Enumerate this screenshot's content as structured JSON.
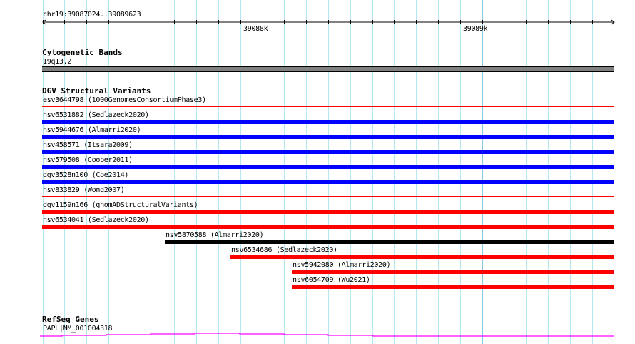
{
  "ruler": {
    "location": "chr19:39087024..39089623",
    "ticks": [
      "39088k",
      "39089k"
    ]
  },
  "tracks": {
    "cytoband": {
      "title": "Cytogenetic Bands",
      "band": "19q13.2",
      "color": "#808080"
    },
    "dgv": {
      "title": "DGV Structural Variants",
      "features": [
        {
          "label": "esv3644798 (1000GenomesConsortiumPhase3)",
          "color": "#ff0000",
          "style": "thin",
          "start": 0
        },
        {
          "label": "nsv6531882 (Sedlazeck2020)",
          "color": "#0000ff",
          "style": "bar",
          "start": 0
        },
        {
          "label": "nsv5944676 (Almarri2020)",
          "color": "#0000ff",
          "style": "bar",
          "start": 0
        },
        {
          "label": "nsv458571 (Itsara2009)",
          "color": "#0000ff",
          "style": "bar",
          "start": 0
        },
        {
          "label": "nsv579508 (Cooper2011)",
          "color": "#0000ff",
          "style": "bar",
          "start": 0
        },
        {
          "label": "dgv3528n100 (Coe2014)",
          "color": "#0000ff",
          "style": "bar",
          "start": 0
        },
        {
          "label": "nsv833829 (Wong2007)",
          "color": "#ff0000",
          "style": "thin",
          "start": 0
        },
        {
          "label": "dgv1159n166 (gnomADStructuralVariants)",
          "color": "#ff0000",
          "style": "bar",
          "start": 0
        },
        {
          "label": "nsv6534041 (Sedlazeck2020)",
          "color": "#ff0000",
          "style": "bar",
          "start": 0
        },
        {
          "label": "nsv5870588 (Almarri2020)",
          "color": "#000000",
          "style": "bar",
          "start": 39087580
        },
        {
          "label": "nsv6534686 (Sedlazeck2020)",
          "color": "#ff0000",
          "style": "bar",
          "start": 39087880
        },
        {
          "label": "nsv5942080 (Almarri2020)",
          "color": "#ff0000",
          "style": "bar",
          "start": 39088160
        },
        {
          "label": "nsv6054709 (Wu2021)",
          "color": "#ff0000",
          "style": "bar",
          "start": 39088160
        }
      ]
    },
    "refseq": {
      "title": "RefSeq Genes",
      "gene": "PAPL|NM_001004318",
      "color": "#ff00ff"
    }
  }
}
